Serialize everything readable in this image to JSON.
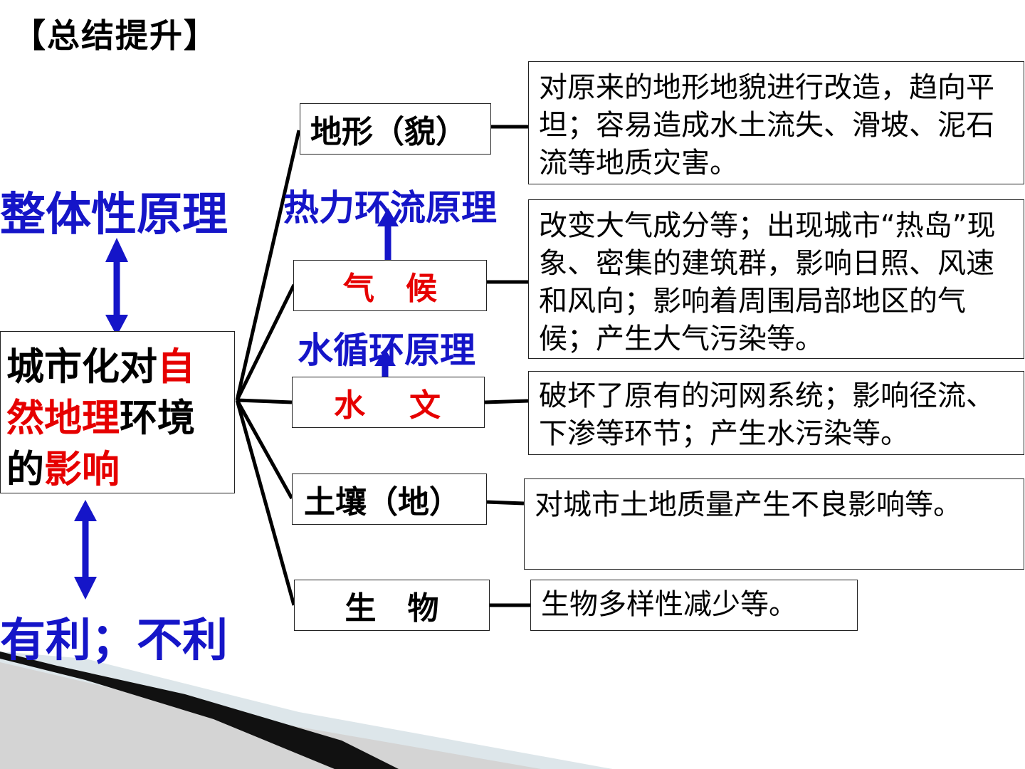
{
  "title": "【总结提升】",
  "principles": {
    "whole": "整体性原理",
    "heat": "热力环流原理",
    "water": "水循环原理",
    "effect": "有利；不利"
  },
  "center": {
    "line1_a": "城市化对",
    "line1_b": "自",
    "line2_a": "然地理",
    "line2_b": "环境",
    "line3_a": "的",
    "line3_b": "影响"
  },
  "elements": {
    "terrain": "地形（貌）",
    "climate": "气　候",
    "hydrology_a": "水",
    "hydrology_b": "文",
    "soil": "土壤（地）",
    "biology": "生　物"
  },
  "descriptions": {
    "terrain": "对原来的地形地貌进行改造，趋向平坦；容易造成水土流失、滑坡、泥石流等地质灾害。",
    "climate": "改变大气成分等；出现城市“热岛”现象、密集的建筑群，影响日照、风速和风向；影响着周围局部地区的气候；产生大气污染等。",
    "hydrology": "破坏了原有的河网系统；影响径流、下渗等环节；产生水污染等。",
    "soil": "对城市土地质量产生不良影响等。",
    "biology": "生物多样性减少等。"
  },
  "colors": {
    "principle_blue": "#1515c8",
    "highlight_red": "#e60000"
  }
}
